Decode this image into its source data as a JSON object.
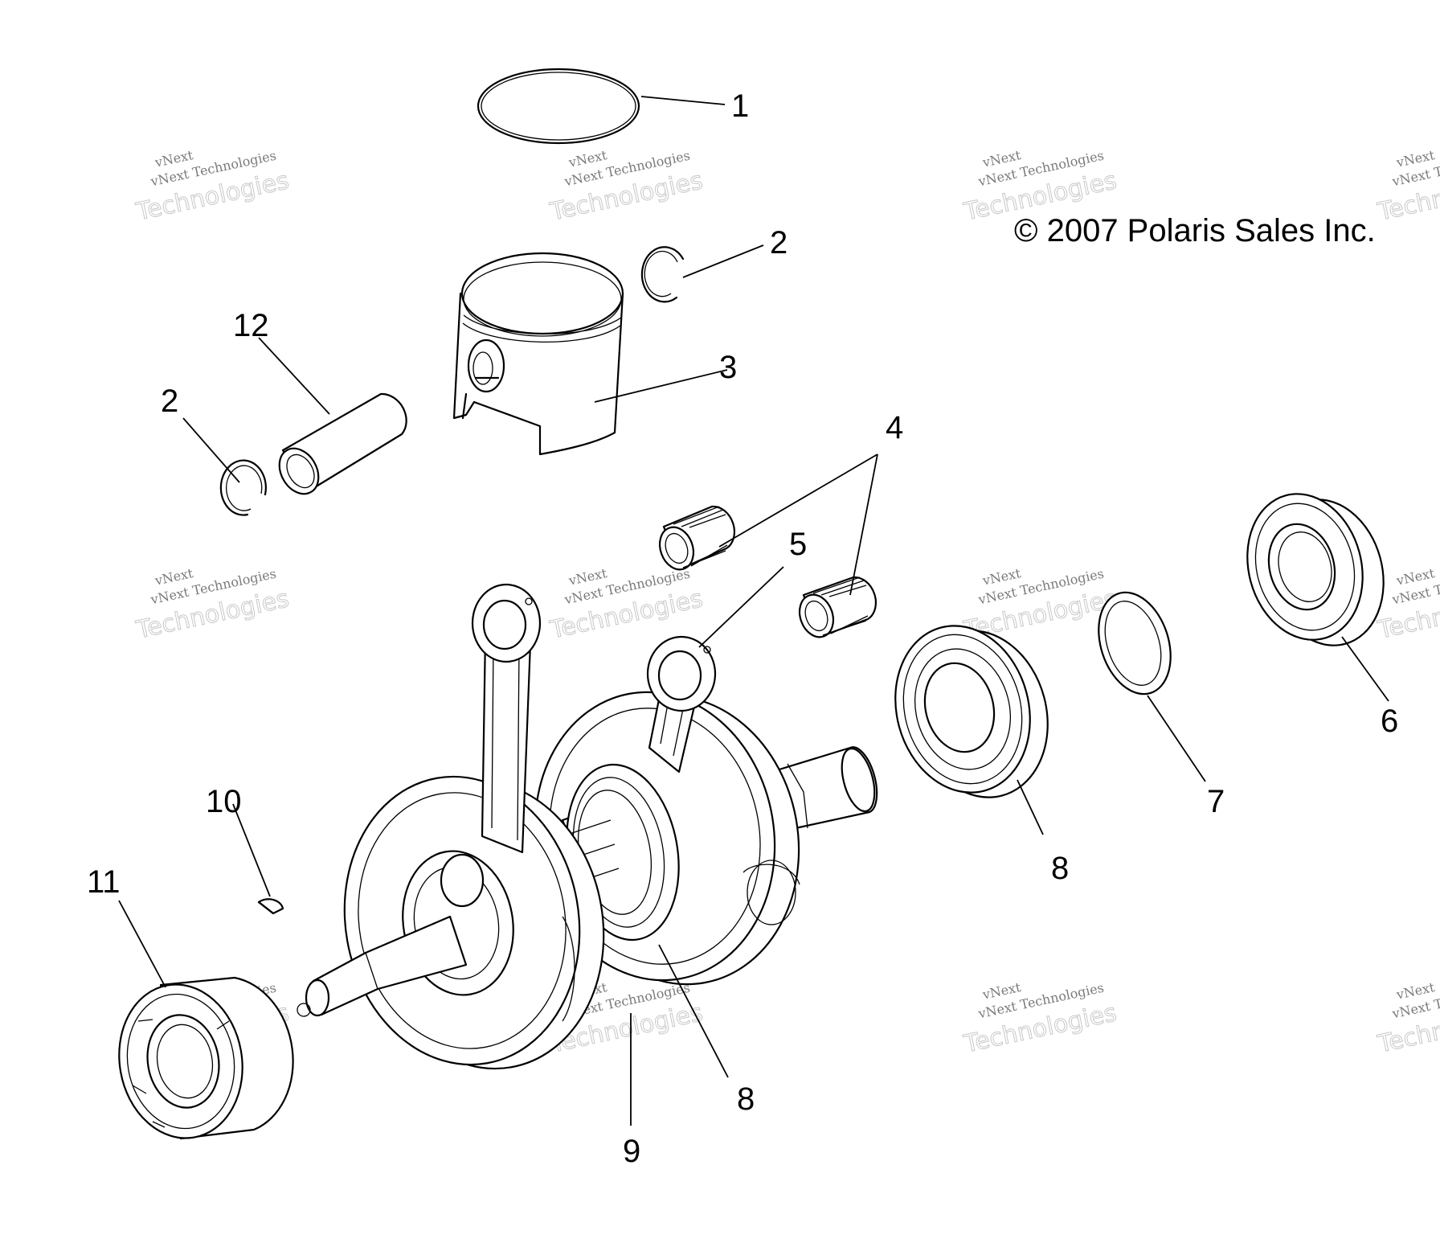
{
  "copyright": "© 2007 Polaris Sales Inc.",
  "watermark": {
    "top": "vNext",
    "small": "vNext Technologies",
    "large": "Technologies"
  },
  "callouts": {
    "c1": "1",
    "c2a": "2",
    "c2b": "2",
    "c3": "3",
    "c4": "4",
    "c5": "5",
    "c6": "6",
    "c7": "7",
    "c8a": "8",
    "c8b": "8",
    "c9": "9",
    "c10": "10",
    "c11": "11",
    "c12": "12"
  }
}
